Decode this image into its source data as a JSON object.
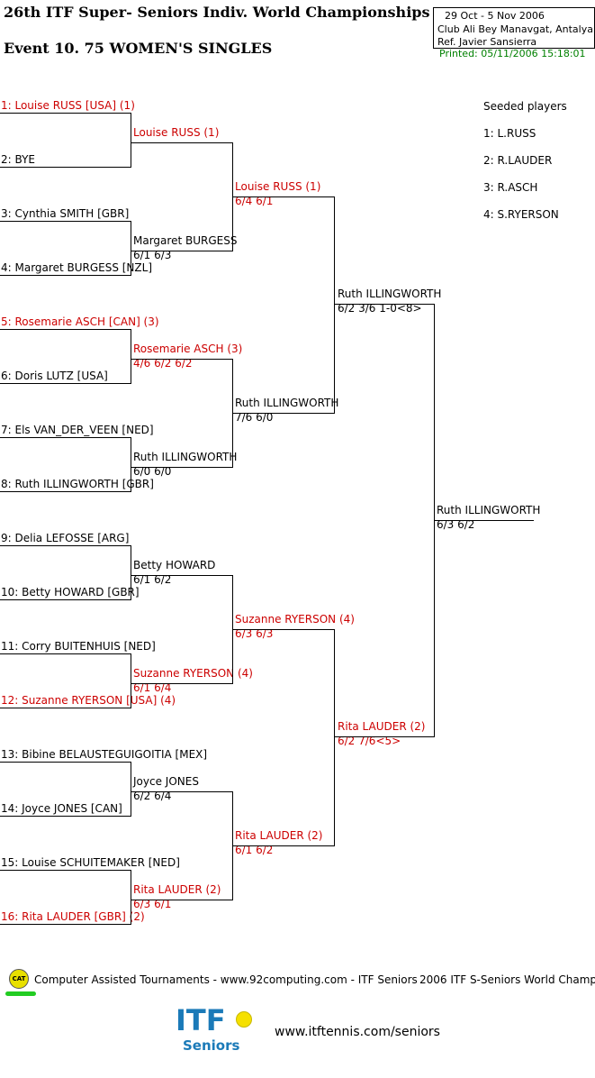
{
  "header": {
    "title": "26th ITF Super- Seniors Indiv. World Championships",
    "event": "Event 10. 75 WOMEN'S SINGLES",
    "dates": "29 Oct - 5 Nov 2006",
    "venue": "Club Ali Bey Manavgat, Antalya",
    "referee": "Ref. Javier Sansierra",
    "printed": "Printed: 05/11/2006 15:18:01"
  },
  "round1": [
    {
      "label": "1: Louise RUSS [USA] (1)",
      "seeded": true
    },
    {
      "label": "2: BYE",
      "seeded": false
    },
    {
      "label": "3: Cynthia SMITH [GBR]",
      "seeded": false
    },
    {
      "label": "4: Margaret BURGESS [NZL]",
      "seeded": false
    },
    {
      "label": "5: Rosemarie ASCH [CAN] (3)",
      "seeded": true
    },
    {
      "label": "6: Doris LUTZ [USA]",
      "seeded": false
    },
    {
      "label": "7: Els VAN_DER_VEEN [NED]",
      "seeded": false
    },
    {
      "label": "8: Ruth ILLINGWORTH [GBR]",
      "seeded": false
    },
    {
      "label": "9: Delia LEFOSSE [ARG]",
      "seeded": false
    },
    {
      "label": "10: Betty HOWARD [GBR]",
      "seeded": false
    },
    {
      "label": "11: Corry BUITENHUIS [NED]",
      "seeded": false
    },
    {
      "label": "12: Suzanne RYERSON [USA] (4)",
      "seeded": true
    },
    {
      "label": "13: Bibine BELAUSTEGUIGOITIA [MEX]",
      "seeded": false
    },
    {
      "label": "14: Joyce JONES [CAN]",
      "seeded": false
    },
    {
      "label": "15: Louise SCHUITEMAKER [NED]",
      "seeded": false
    },
    {
      "label": "16: Rita LAUDER [GBR] (2)",
      "seeded": true
    }
  ],
  "round2": [
    {
      "name": "Louise RUSS (1)",
      "score": "",
      "seeded": true
    },
    {
      "name": "Margaret BURGESS",
      "score": "6/1 6/3",
      "seeded": false
    },
    {
      "name": "Rosemarie ASCH (3)",
      "score": "4/6 6/2 6/2",
      "seeded": true
    },
    {
      "name": "Ruth ILLINGWORTH",
      "score": "6/0 6/0",
      "seeded": false
    },
    {
      "name": "Betty HOWARD",
      "score": "6/1 6/2",
      "seeded": false
    },
    {
      "name": "Suzanne RYERSON (4)",
      "score": "6/1 6/4",
      "seeded": true
    },
    {
      "name": "Joyce JONES",
      "score": "6/2 6/4",
      "seeded": false
    },
    {
      "name": "Rita LAUDER (2)",
      "score": "6/3 6/1",
      "seeded": true
    }
  ],
  "quarterfinals": [
    {
      "name": "Louise RUSS (1)",
      "score": "6/4 6/1",
      "seeded": true
    },
    {
      "name": "Ruth ILLINGWORTH",
      "score": "7/6 6/0",
      "seeded": false
    },
    {
      "name": "Suzanne RYERSON (4)",
      "score": "6/3 6/3",
      "seeded": true
    },
    {
      "name": "Rita LAUDER (2)",
      "score": "6/1 6/2",
      "seeded": true
    }
  ],
  "semifinals": [
    {
      "name": "Ruth ILLINGWORTH",
      "score": "6/2 3/6 1-0<8>",
      "seeded": false
    },
    {
      "name": "Rita LAUDER (2)",
      "score": "6/2 7/6<5>",
      "seeded": true
    }
  ],
  "final": {
    "name": "Ruth ILLINGWORTH",
    "score": "6/3 6/2",
    "seeded": false
  },
  "seeded_players": {
    "heading": "Seeded players",
    "items": [
      "1: L.RUSS",
      "2: R.LAUDER",
      "3: R.ASCH",
      "4: S.RYERSON"
    ]
  },
  "footer": {
    "cat_badge": "CAT",
    "credits": "Computer Assisted Tournaments - www.92computing.com -  ITF Seniors",
    "event_short": "2006 ITF S-Seniors World Champ",
    "logo_text": "ITF",
    "logo_sub": "Seniors",
    "url": "www.itftennis.com/seniors"
  },
  "colors": {
    "seeded": "#cc0000",
    "lines": "#000000",
    "printed": "#008000"
  }
}
